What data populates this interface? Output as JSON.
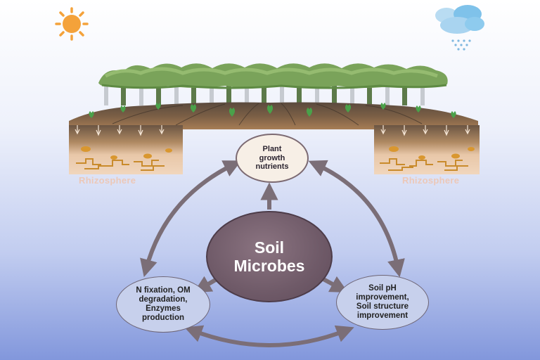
{
  "diagram": {
    "center_label": "Soil\nMicrobes",
    "top_label": "Plant\ngrowth\nnutrients",
    "left_label": "N fixation, OM\ndegradation,\nEnzymes\nproduction",
    "right_label": "Soil pH\nimprovement,\nSoil structure\nimprovement",
    "rhizosphere_left": "Rhizosphere",
    "rhizosphere_right": "Rhizosphere"
  },
  "icons": [
    "sun-icon",
    "rain-cloud-icon",
    "tree-row-icon",
    "seedling-icon",
    "soil-block-icon",
    "root-icon",
    "arrow-icon"
  ],
  "colors": {
    "arrow": "#7b6e77",
    "center_node": "#6f5a68",
    "top_node": "#f7efe6",
    "side_nodes": "#c7d0ec",
    "sun": "#f4a23a",
    "soil_dark": "#4a3b30",
    "soil_light": "#e9c7a6"
  }
}
